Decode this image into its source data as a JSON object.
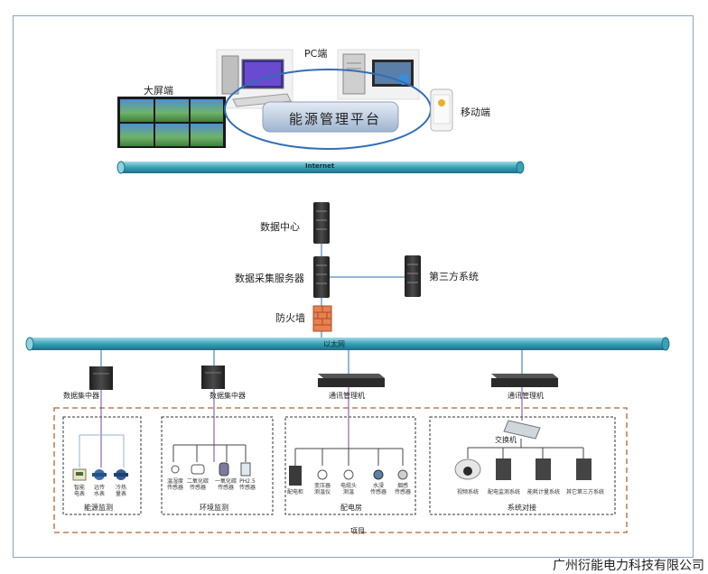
{
  "top": {
    "pc_label": "PC端",
    "bigscreen_label": "大屏端",
    "mobile_label": "移动端",
    "platform_label": "能源管理平台",
    "internet_label": "Internet"
  },
  "middle": {
    "data_center": "数据中心",
    "collector_server": "数据采集服务器",
    "third_party": "第三方系统",
    "firewall": "防火墙",
    "ethernet_label": "以太网"
  },
  "nodes": {
    "concentrator_1": "数据集中器",
    "concentrator_2": "数据集中器",
    "comm_manager_1": "通讯管理机",
    "comm_manager_2": "通讯管理机",
    "switch": "交换机"
  },
  "groups": {
    "energy": {
      "title": "能源监测",
      "devices": [
        {
          "line1": "智能",
          "line2": "电表"
        },
        {
          "line1": "远传",
          "line2": "水表"
        },
        {
          "line1": "冷热",
          "line2": "量表"
        }
      ]
    },
    "environment": {
      "title": "环境监测",
      "devices": [
        {
          "line1": "温湿度",
          "line2": "传感器"
        },
        {
          "line1": "二氧化碳",
          "line2": "传感器"
        },
        {
          "line1": "一氧化碳",
          "line2": "传感器"
        },
        {
          "line1": "PH2.5",
          "line2": "传感器"
        }
      ]
    },
    "distribution": {
      "title": "配电房",
      "devices": [
        {
          "line1": "配电柜",
          "line2": ""
        },
        {
          "line1": "变压器",
          "line2": "测温仪"
        },
        {
          "line1": "电缆头",
          "line2": "测温"
        },
        {
          "line1": "水浸",
          "line2": "传感器"
        },
        {
          "line1": "烟感",
          "line2": "传感器"
        }
      ]
    },
    "docking": {
      "title": "系统对接",
      "devices": [
        {
          "line1": "视频系统",
          "line2": ""
        },
        {
          "line1": "配电监测系统",
          "line2": ""
        },
        {
          "line1": "能耗计量系统",
          "line2": ""
        },
        {
          "line1": "其它第三方系统",
          "line2": ""
        }
      ]
    }
  },
  "project_label": "项目",
  "company": "广州衍能电力科技有限公司",
  "colors": {
    "pipe": "#3a9fb5",
    "pipe_light": "#bfe8ef",
    "ellipse": "#2f6fb7",
    "dashed": "#b5642c",
    "firewall": "#e8804f",
    "link": "#7a4a9a"
  }
}
